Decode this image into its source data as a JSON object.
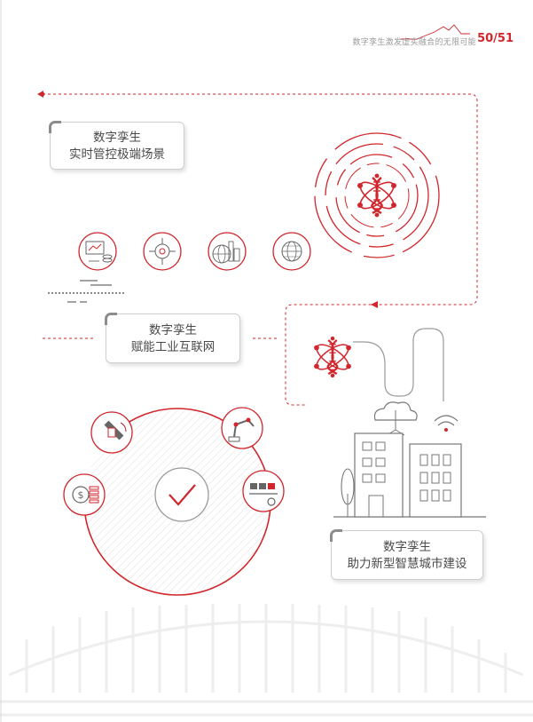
{
  "header": {
    "running_title": "数字孪生激发虚实融合的无限可能",
    "page_number": "50/51"
  },
  "scenes": [
    {
      "line1": "数字孪生",
      "line2": "实时管控极端场景"
    },
    {
      "line1": "数字孪生",
      "line2": "赋能工业互联网"
    },
    {
      "line1": "数字孪生",
      "line2": "助力新型智慧城市建设"
    }
  ],
  "colors": {
    "accent": "#d0262c",
    "line_gray": "#8c8c8c",
    "text": "#4a4a4a"
  },
  "icons": {
    "dna_atom": "dna-atom-icon",
    "industry_row": [
      "monitor-data-icon",
      "valve-gear-icon",
      "globe-city-icon",
      "globe-grid-icon"
    ],
    "industry_circle": [
      "satellite-icon",
      "robot-arm-icon",
      "coins-icon",
      "conveyor-icon",
      "checkmark-icon"
    ],
    "city": [
      "cloud-icon",
      "wifi-icon",
      "buildings-icon"
    ]
  }
}
